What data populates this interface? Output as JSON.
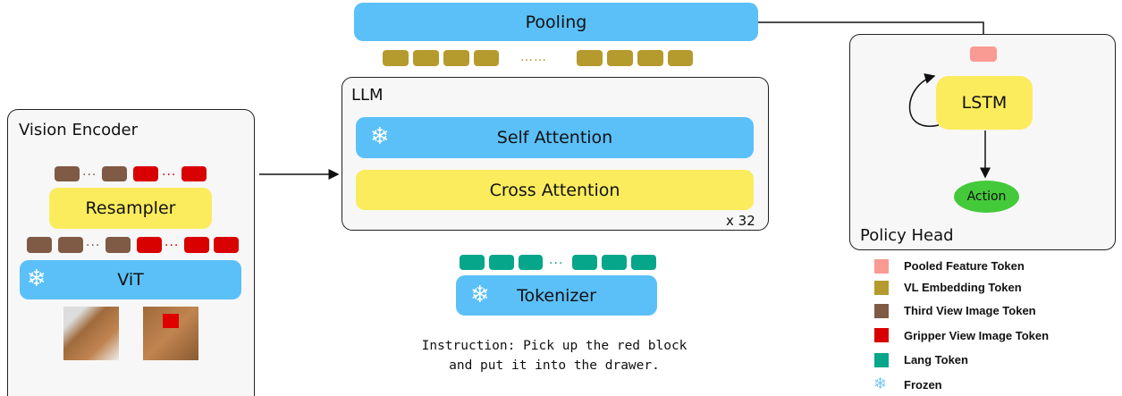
{
  "pooling": {
    "label": "Pooling"
  },
  "llm": {
    "title": "LLM",
    "self_attention": "Self Attention",
    "cross_attention": "Cross Attention",
    "repeat": "x 32"
  },
  "vision_encoder": {
    "title": "Vision Encoder",
    "resampler": "Resampler",
    "vit": "ViT"
  },
  "tokenizer": {
    "label": "Tokenizer"
  },
  "instruction": {
    "line1": "Instruction: Pick up the red block",
    "line2": "and put it into the drawer."
  },
  "policy_head": {
    "title": "Policy Head",
    "lstm": "LSTM",
    "action": "Action"
  },
  "dots": "……",
  "legend": [
    {
      "label": "Pooled Feature Token",
      "color": "#f99a93"
    },
    {
      "label": "VL Embedding Token",
      "color": "#b59a2e"
    },
    {
      "label": "Third View Image Token",
      "color": "#7f5a45"
    },
    {
      "label": "Gripper View Image Token",
      "color": "#d90000"
    },
    {
      "label": "Lang Token",
      "color": "#06a68a"
    },
    {
      "label": "Frozen",
      "icon": "snowflake-icon"
    }
  ]
}
